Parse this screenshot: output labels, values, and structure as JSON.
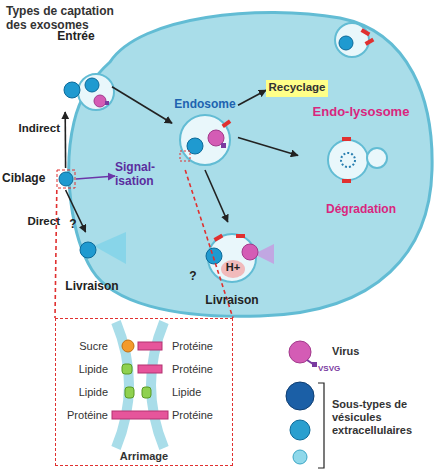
{
  "diagram": {
    "title": "Types de captation des exosomes",
    "nodes": [
      {
        "text": [
          "Entrée"
        ]
      },
      {
        "text": [
          "Ciblage"
        ]
      },
      {
        "text": [
          "Livraison"
        ]
      },
      {
        "text": [
          "Signal- isation"
        ]
      },
      {
        "text": [
          "Endosome"
        ]
      },
      {
        "text": [
          "Recyclage"
        ]
      },
      {
        "text": [
          "Endo-lysosome",
          "Dégradation"
        ]
      },
      {
        "text": [
          "Livraison"
        ]
      },
      {
        "text": [
          "Arrimage"
        ]
      }
    ],
    "edges": [
      {
        "from": 1,
        "to": 0,
        "arrow": "to",
        "label": "Indirect"
      },
      {
        "from": 1,
        "to": 2,
        "arrow": "to",
        "label": "Direct"
      },
      {
        "from": 1,
        "to": 3,
        "arrow": "to"
      },
      {
        "from": 0,
        "to": 4,
        "arrow": "to"
      },
      {
        "from": 4,
        "to": 5,
        "arrow": "to"
      },
      {
        "from": 4,
        "to": 6,
        "arrow": "to"
      },
      {
        "from": 4,
        "to": 7,
        "arrow": "to"
      },
      {
        "from": 1,
        "to": 8,
        "arrow": "none"
      },
      {
        "from": 4,
        "to": 8,
        "arrow": "none"
      }
    ],
    "labels": [
      "?",
      "?",
      "H+",
      "VSVG",
      "Sucre",
      "Protéine",
      "Lipide",
      "Protéine",
      "Lipide",
      "Lipide",
      "Protéine",
      "Protéine"
    ],
    "legend": [
      {
        "text": "Virus"
      },
      {
        "text": "Sous-types de vésicules extracellulaires"
      }
    ]
  }
}
